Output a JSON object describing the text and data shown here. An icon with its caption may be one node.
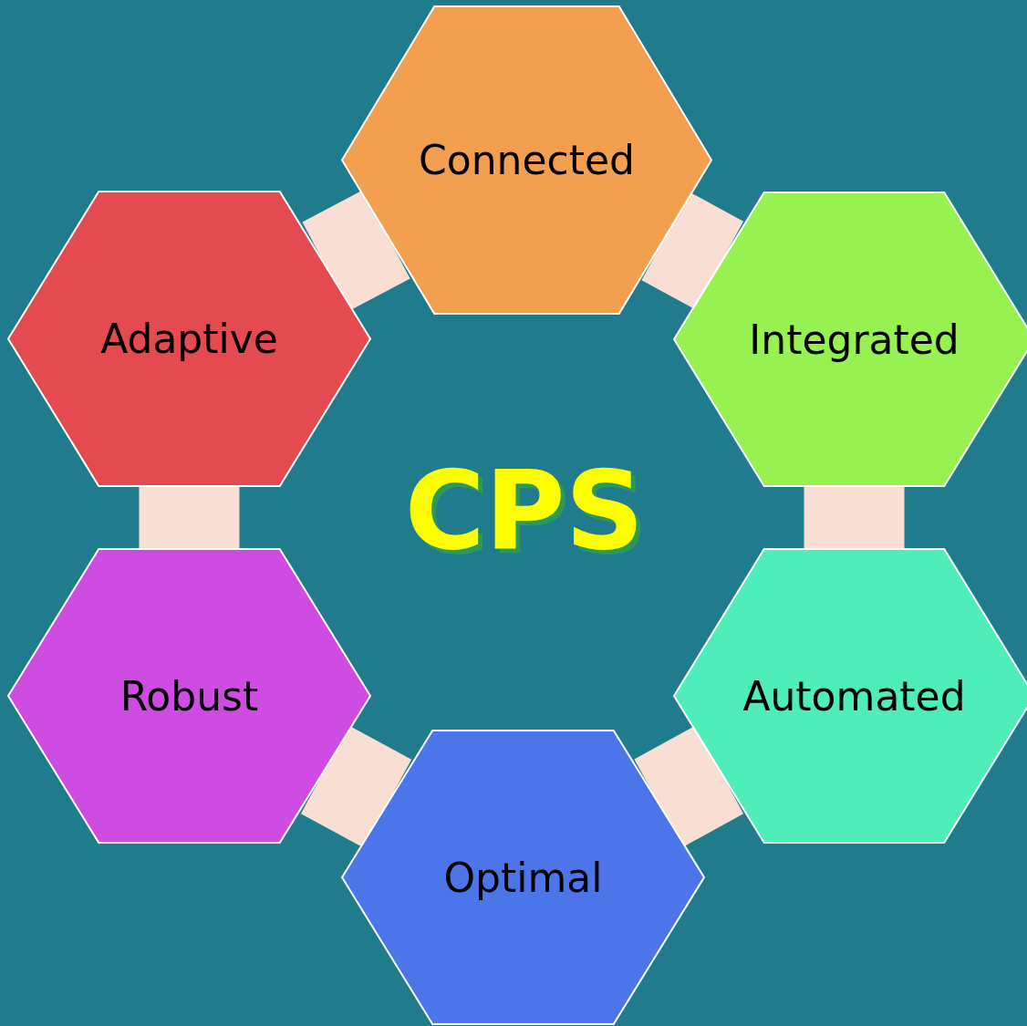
{
  "diagram": {
    "title": "CPS",
    "nodes": [
      {
        "text": [
          "Connected"
        ]
      },
      {
        "text": [
          "Integrated"
        ]
      },
      {
        "text": [
          "Automated"
        ]
      },
      {
        "text": [
          "Optimal"
        ]
      },
      {
        "text": [
          "Robust"
        ]
      },
      {
        "text": [
          "Adaptive"
        ]
      }
    ],
    "edges": [
      {
        "from": 0,
        "to": 1,
        "arrow": "none"
      },
      {
        "from": 1,
        "to": 2,
        "arrow": "none"
      },
      {
        "from": 2,
        "to": 3,
        "arrow": "none"
      },
      {
        "from": 3,
        "to": 4,
        "arrow": "none"
      },
      {
        "from": 4,
        "to": 5,
        "arrow": "none"
      },
      {
        "from": 5,
        "to": 0,
        "arrow": "none"
      }
    ]
  }
}
